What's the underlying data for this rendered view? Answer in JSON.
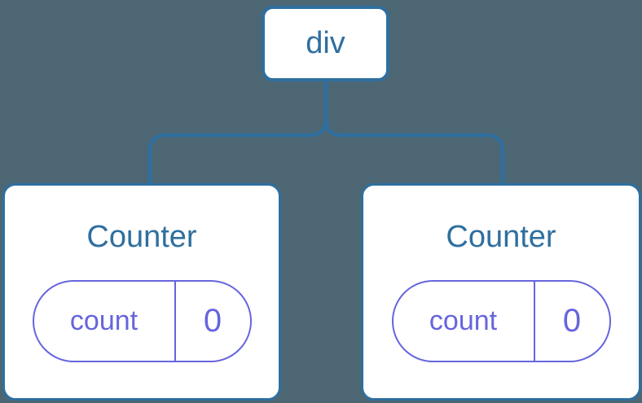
{
  "tree": {
    "root": {
      "label": "div"
    },
    "children": [
      {
        "title": "Counter",
        "state": {
          "key": "count",
          "value": "0"
        }
      },
      {
        "title": "Counter",
        "state": {
          "key": "count",
          "value": "0"
        }
      }
    ],
    "colors": {
      "background": "#4C6674",
      "line": "#2F6F9F",
      "node_text": "#2F6F9F",
      "node_background": "#FFFFFF",
      "state_accent": "#6765DD"
    }
  }
}
